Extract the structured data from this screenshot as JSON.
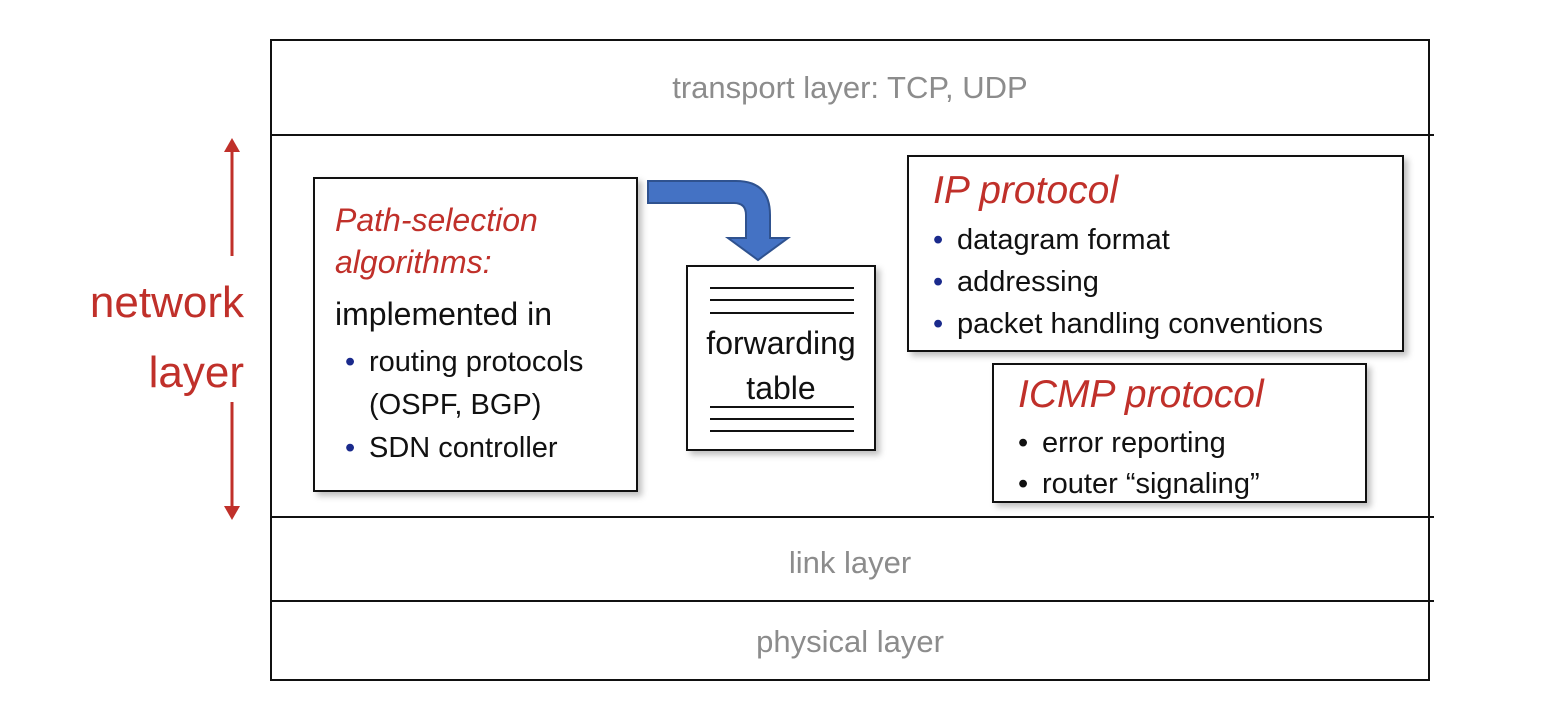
{
  "layers": {
    "transport": "transport layer: TCP, UDP",
    "link": "link layer",
    "physical": "physical layer"
  },
  "network_label": {
    "line1": "network",
    "line2": "layer"
  },
  "path_box": {
    "title_line1": "Path-selection",
    "title_line2": "algorithms:",
    "subtitle": "implemented in",
    "bullets": [
      "routing protocols",
      "(OSPF, BGP)",
      "SDN controller"
    ]
  },
  "forwarding": {
    "line1": "forwarding",
    "line2": "table"
  },
  "ip_box": {
    "title": "IP protocol",
    "bullets": [
      "datagram format",
      "addressing",
      "packet handling conventions"
    ]
  },
  "icmp_box": {
    "title": "ICMP protocol",
    "bullets": [
      "error reporting",
      "router “signaling”"
    ]
  },
  "bullet_symbol": "•",
  "colors": {
    "accent_red": "#c0302a",
    "layer_gray": "#8c8c8c",
    "arrow_blue": "#4472c4",
    "bullet_navy": "#1a2a8c"
  },
  "icons": {
    "vertical_extent": "double-headed-vertical-arrow-icon",
    "flow": "bent-arrow-icon"
  }
}
